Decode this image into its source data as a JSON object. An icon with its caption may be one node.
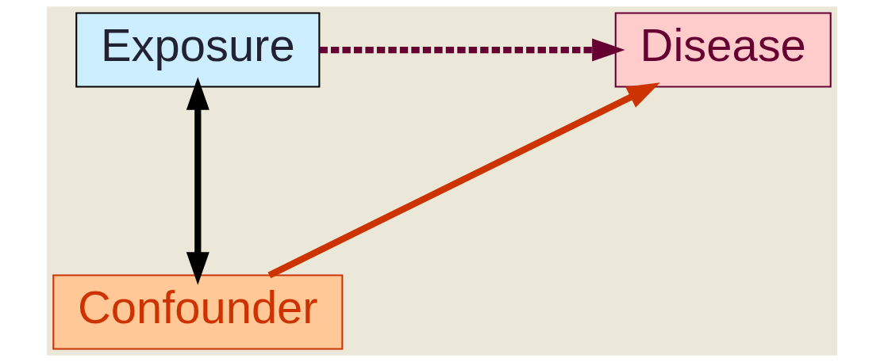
{
  "diagram": {
    "nodes": [
      {
        "text": [
          "Exposure"
        ]
      },
      {
        "text": [
          "Disease"
        ]
      },
      {
        "text": [
          "Confounder"
        ]
      }
    ],
    "edges": [
      {
        "from": 0,
        "to": 1,
        "arrow": "to",
        "style": "dashed",
        "color": "#660033"
      },
      {
        "from": 0,
        "to": 2,
        "arrow": "both",
        "color": "#000000"
      },
      {
        "from": 2,
        "to": 1,
        "arrow": "to",
        "color": "#cc3300"
      }
    ]
  }
}
